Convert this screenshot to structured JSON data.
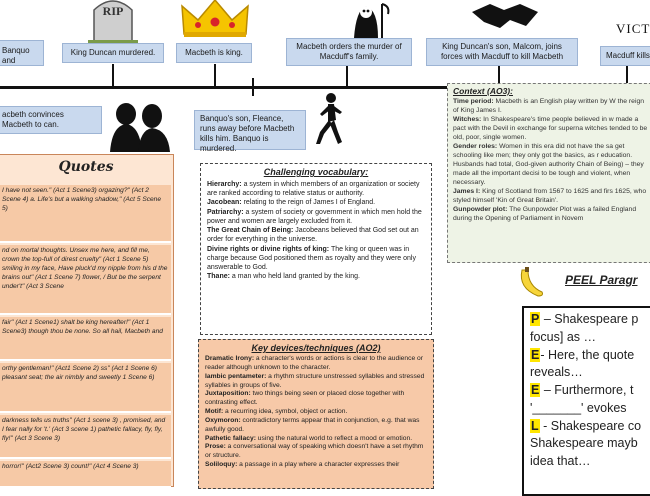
{
  "timeline": {
    "top_events": [
      "Banquo and",
      "King Duncan murdered.",
      "Macbeth is king.",
      "Macbeth orders the murder of Macduff's family.",
      "King Duncan's son, Malcom, joins forces with Macduff to kill Macbeth",
      "Macduff kills"
    ],
    "bottom_events": [
      "acbeth convinces Macbeth to can.",
      "Banquo's son, Fleance, runs away before Macbeth kills him. Banquo is murdered."
    ],
    "icon_labels": {
      "rip": "RIP",
      "victory": "VICTO"
    }
  },
  "context": {
    "title": "Context (AO3):",
    "items": [
      {
        "term": "Time period:",
        "text": " Macbeth is an English play written by W the reign of King James I."
      },
      {
        "term": "Witches:",
        "text": " In Shakespeare's time people believed in w made a pact with the Devil in exchange for superna witches tended to be old, poor, single women."
      },
      {
        "term": "Gender roles:",
        "text": " Women in this era did not have the sa get schooling like men; they only got the basics, as r education. Husbands had total, God-given authority Chain of Being) – they made all the important decisi to be tough and violent, when necessary."
      },
      {
        "term": "James I:",
        "text": " King of Scotland from 1567 to 1625 and firs 1625, who styled himself 'Kin of Great Britain'."
      },
      {
        "term": "Gunpowder plot:",
        "text": " The Gunpowder Plot was a failed England during the Opening of Parliament in Novem"
      }
    ]
  },
  "quotes": {
    "title": "Quotes",
    "rows": [
      "I have not seen.\" (Act 1 Scene3) orgazing?\" (Act 2 Scene 4) a. Life's but a walking shadow,\" (Act 5 Scene 5)",
      "nd on mortal thoughts. Unsex me here, and fill me, crown the top-full of direst cruelty\" (Act 1 Scene 5) smiling in my face, Have pluck'd my nipple from his d the brains out\" (Act 1 Scene 7) flower, / But be the serpent under't\" (Act 3 Scene",
      "fair\" (Act 1 Scene1) shalt be king hereafter!\" (Act 1 Scene3) though thou be none. So all hail, Macbeth and",
      "orthy gentleman!\" (Act1 Scene 2) ss\" (Act 1 Scene 6) pleasant seat; the air nimbly and sweetly 1 Scene 6)",
      "darkness tells us truths\" (Act 1 scene 3) , promised, and I fear nally for 't.' (Act 3 scene 1) pathetic fallacy, fly, fly, fly!\" (Act 3 Scene 3)",
      "horror!\" (Act2 Scene 3) count!\" (Act 4 Scene 3)"
    ]
  },
  "vocab": {
    "title": "Challenging vocabulary:",
    "items": [
      {
        "term": "Hierarchy:",
        "text": " a system in which members of an organization or society are ranked according to relative status or authority."
      },
      {
        "term": "Jacobean:",
        "text": " relating to the reign of James I of England."
      },
      {
        "term": "Patriarchy:",
        "text": " a system of society or government in which men hold the power and women are largely excluded from it."
      },
      {
        "term": "The Great Chain of Being:",
        "text": " Jacobeans believed that God set out an order for everything in the universe."
      },
      {
        "term": "Divine rights or divine rights of king:",
        "text": " The king or queen was in charge because God positioned them as royalty and they were only answerable to God."
      },
      {
        "term": "Thane:",
        "text": " a man who held land granted by the king."
      }
    ]
  },
  "devices": {
    "title": "Key devices/techniques (AO2)",
    "items": [
      {
        "term": "Dramatic Irony:",
        "text": " a character's words or actions is clear to the audience or reader although unknown to the character."
      },
      {
        "term": "Iambic pentameter:",
        "text": " a rhythm structure unstressed syllables and stressed syllables in groups of five."
      },
      {
        "term": "Juxtaposition:",
        "text": " two things being seen or placed close together with contrasting effect."
      },
      {
        "term": "Motif:",
        "text": " a recurring idea, symbol, object or action."
      },
      {
        "term": "Oxymoron:",
        "text": " contradictory terms appear that in conjunction, e.g. that was awfully good."
      },
      {
        "term": "Pathetic fallacy:",
        "text": " using the natural world to reflect a mood or emotion."
      },
      {
        "term": "Prose:",
        "text": " a conversational way of speaking which doesn't have a set rhythm or structure."
      },
      {
        "term": "Soliloquy:",
        "text": " a passage in a play where a character expresses their"
      }
    ]
  },
  "peel": {
    "title": "PEEL Paragr",
    "lines": [
      {
        "letter": "P",
        "text": " – Shakespeare p"
      },
      {
        "letter": "",
        "text": "focus] as …"
      },
      {
        "letter": "E",
        "text": "- Here, the quote"
      },
      {
        "letter": "",
        "text": "reveals…"
      },
      {
        "letter": "E",
        "text": " – Furthermore, t"
      },
      {
        "letter": "",
        "text": "'_______' evokes"
      },
      {
        "letter": "L",
        "text": " - Shakespeare co"
      },
      {
        "letter": "",
        "text": "Shakespeare mayb"
      },
      {
        "letter": "",
        "text": "idea that…"
      }
    ]
  },
  "colors": {
    "timeline_box": "#c9d9ee",
    "quotes_bg": "#f6c9a6",
    "devices_bg": "#f7c9a8",
    "context_bg": "#eef3e6",
    "highlight": "#ffe600"
  }
}
